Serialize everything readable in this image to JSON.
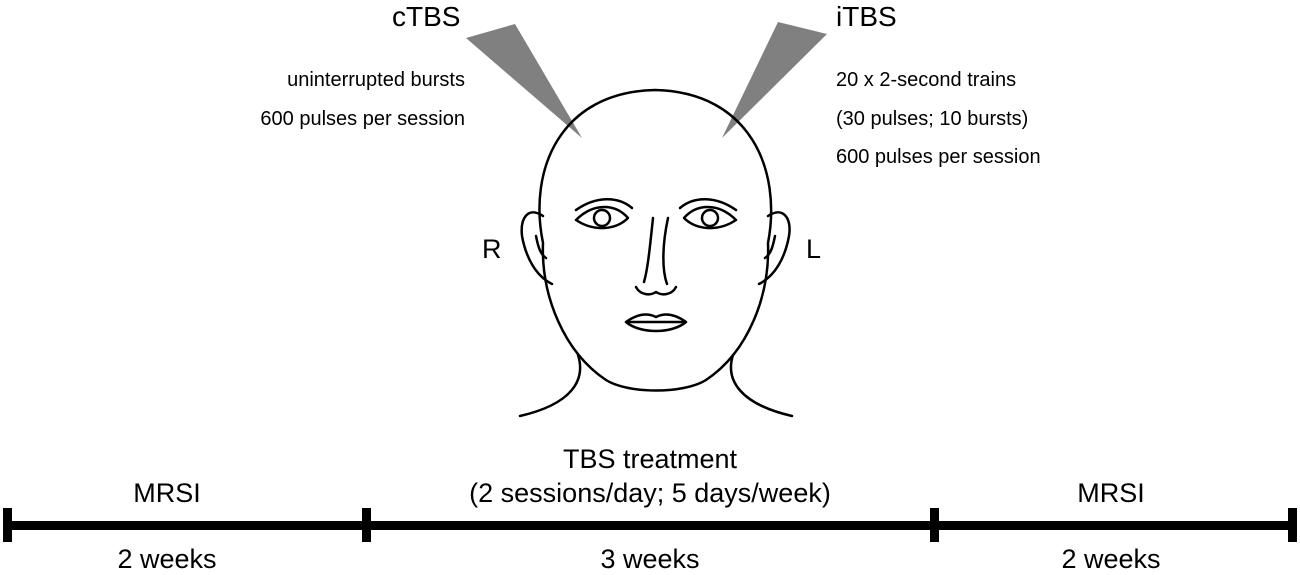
{
  "stimulation": {
    "left_protocol": {
      "title": "cTBS",
      "lines": [
        "uninterrupted bursts",
        "600 pulses per session"
      ]
    },
    "right_protocol": {
      "title": "iTBS",
      "lines": [
        "20 x 2-second trains",
        "(30 pulses; 10 bursts)",
        "600 pulses per session"
      ]
    },
    "side_labels": {
      "right": "R",
      "left": "L"
    }
  },
  "timeline": {
    "phases": [
      {
        "top_label": "MRSI",
        "duration": "2 weeks"
      },
      {
        "top_label": "TBS treatment",
        "top_sublabel": "(2 sessions/day; 5 days/week)",
        "duration": "3 weeks"
      },
      {
        "top_label": "MRSI",
        "duration": "2 weeks"
      }
    ]
  },
  "colors": {
    "coil": "#808080",
    "line": "#000000"
  }
}
